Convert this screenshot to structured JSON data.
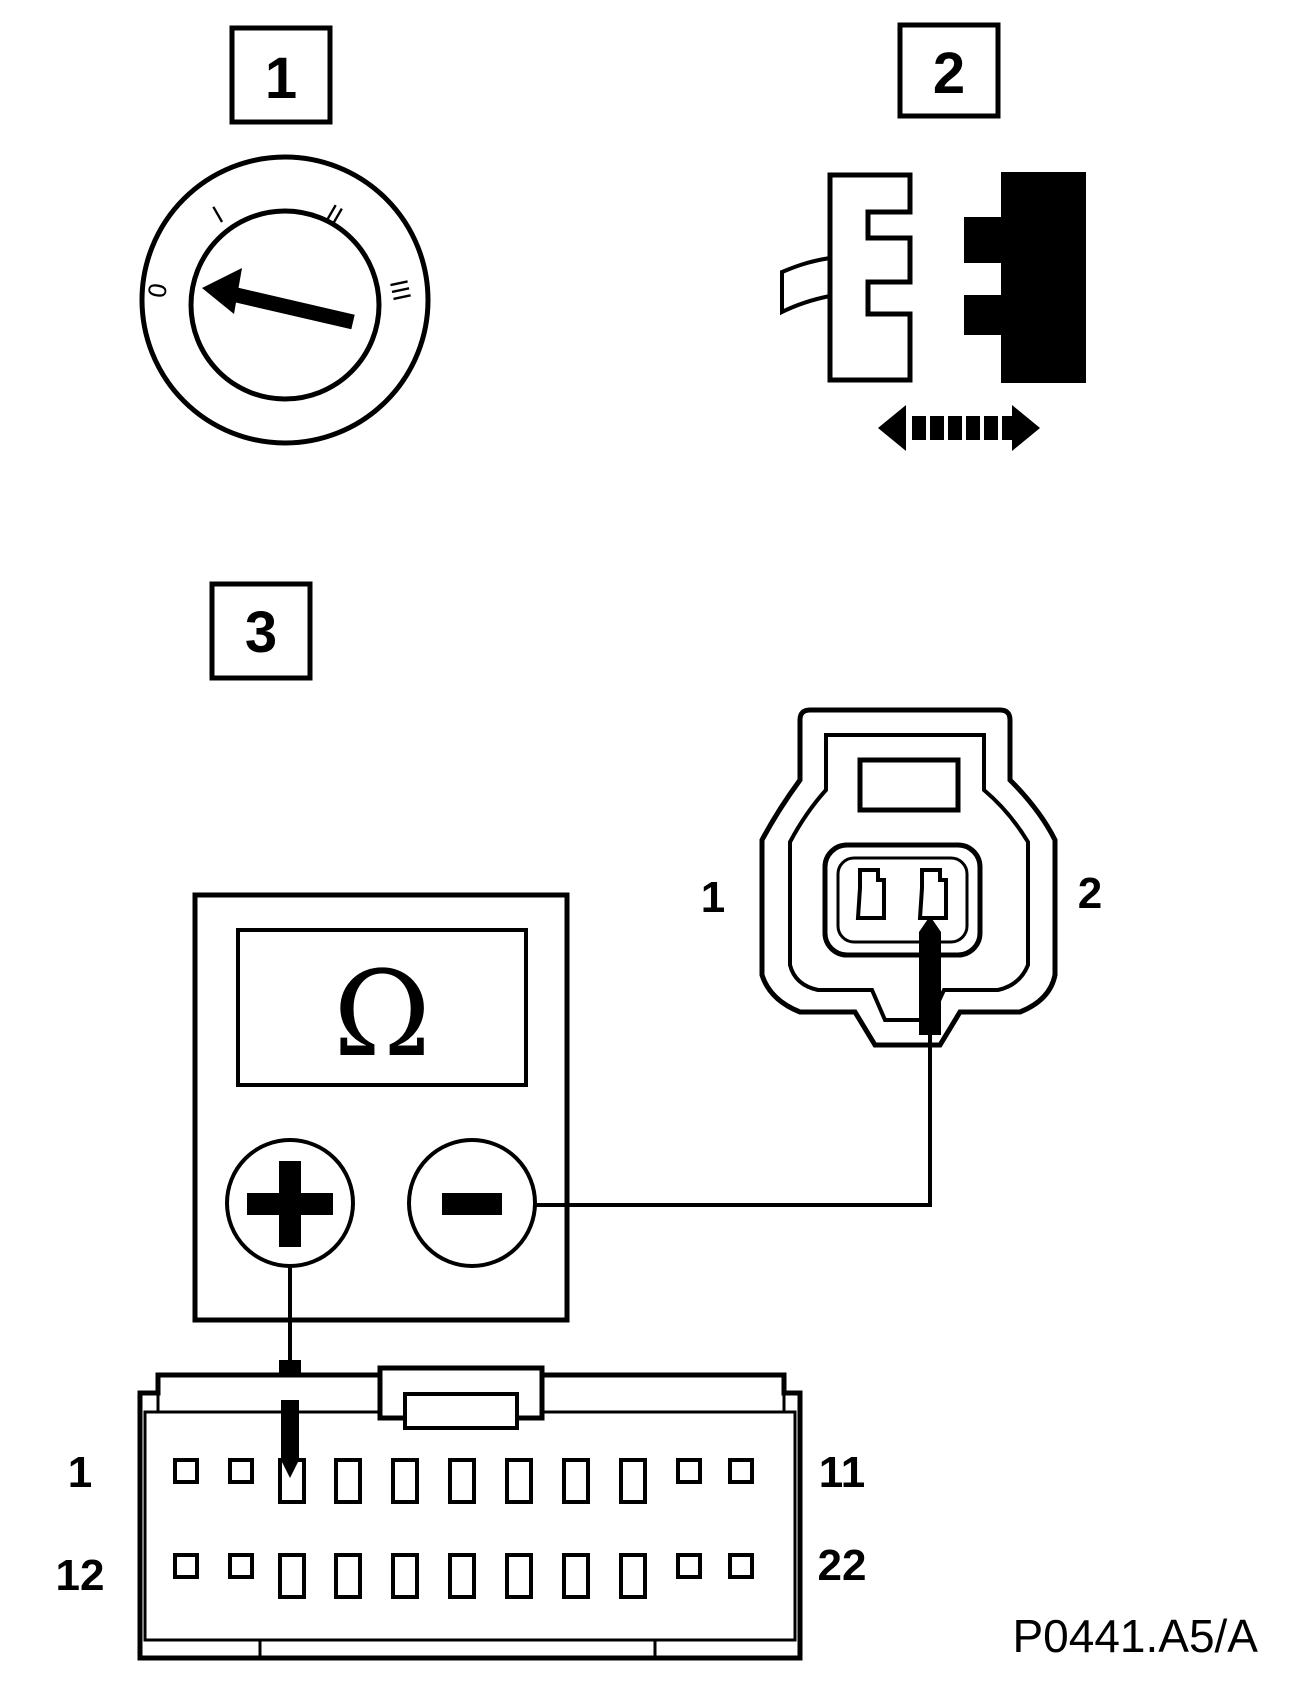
{
  "steps": [
    {
      "number": "1",
      "subject": "ignition switch"
    },
    {
      "number": "2",
      "subject": "connector disconnect"
    },
    {
      "number": "3",
      "subject": "resistance measurement"
    }
  ],
  "ignition_switch": {
    "positions": [
      "0",
      "I",
      "II",
      "III"
    ],
    "selected_position": "0"
  },
  "meter": {
    "display_symbol": "Ω",
    "positive_terminal": "+",
    "negative_terminal": "−"
  },
  "sensor_connector": {
    "pin_left": "1",
    "pin_right": "2",
    "probed_pin": "2"
  },
  "module_connector": {
    "top_row_first": "1",
    "top_row_last": "11",
    "bottom_row_first": "12",
    "bottom_row_last": "22",
    "probed_pin": "3"
  },
  "reference_code": "P0441.A5/A",
  "colors": {
    "ink": "#000000",
    "paper": "#ffffff"
  }
}
